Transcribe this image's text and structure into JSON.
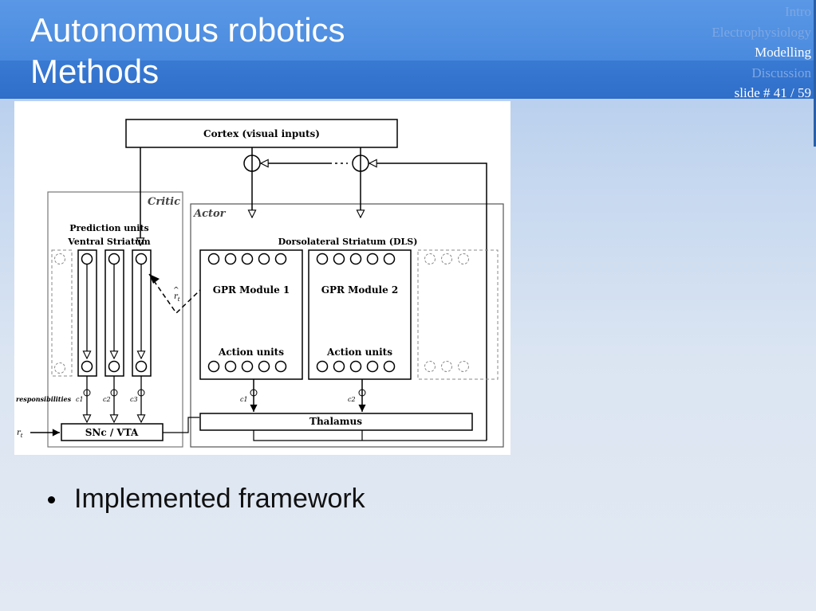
{
  "slide": {
    "title_line1": "Autonomous robotics",
    "title_line2": "Methods",
    "nav": [
      "Intro",
      "Electrophysiology",
      "Modelling",
      "Discussion"
    ],
    "counter": "slide # 41 / 59",
    "bullet": "Implemented framework"
  },
  "diagram": {
    "cortex": "Cortex (visual inputs)",
    "critic": "Critic",
    "actor": "Actor",
    "prediction_units": "Prediction units",
    "ventral_striatum": "Ventral Striatum",
    "dls": "Dorsolateral Striatum (DLS)",
    "gpr1": "GPR Module 1",
    "gpr2": "GPR Module 2",
    "action_units": "Action units",
    "thalamus": "Thalamus",
    "snc": "SNc / VTA",
    "responsibilities": "responsibilities",
    "r_t": "r",
    "r_sub": "t",
    "r_hat": "r",
    "r_hat_sub": "t",
    "c1": "c1",
    "c2": "c2",
    "c3": "c3",
    "actor_c1": "c1",
    "actor_c2": "c2"
  }
}
